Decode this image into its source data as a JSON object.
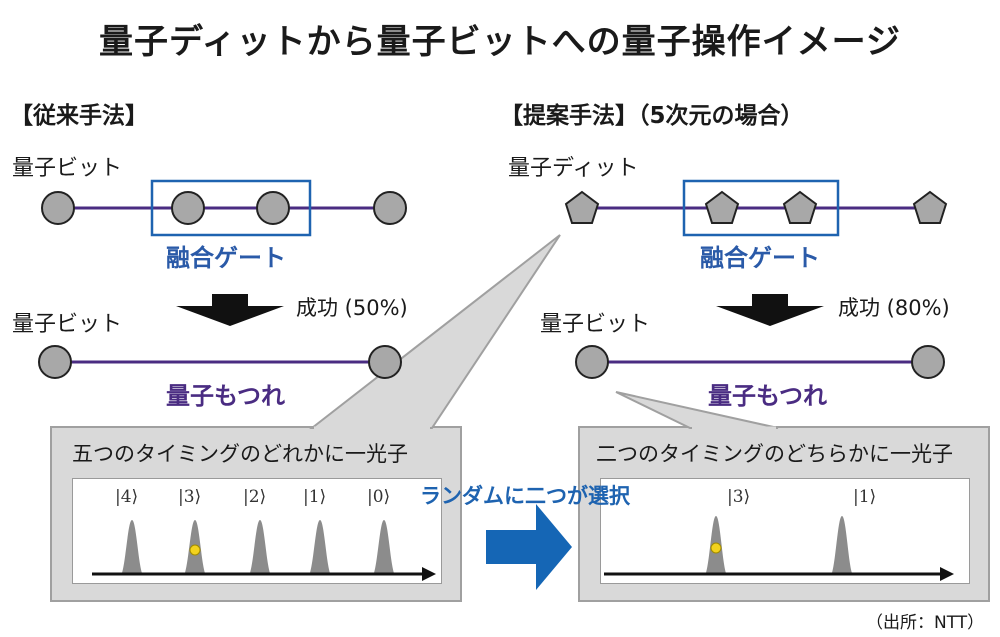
{
  "title": "量子ディットから量子ビットへの量子操作イメージ",
  "left": {
    "heading": "【従来手法】",
    "top_label": "量子ビット",
    "gate_label": "融合ゲート",
    "success": "成功 (50%)",
    "bottom_label": "量子ビット",
    "entangle_label": "量子もつれ",
    "box_title": "五つのタイミングのどれかに一光子",
    "kets": [
      "|4⟩",
      "|3⟩",
      "|2⟩",
      "|1⟩",
      "|0⟩"
    ]
  },
  "right": {
    "heading": "【提案手法】（5次元の場合）",
    "top_label": "量子ディット",
    "gate_label": "融合ゲート",
    "success": "成功 (80%)",
    "bottom_label": "量子ビット",
    "entangle_label": "量子もつれ",
    "box_title": "二つのタイミングのどちらかに一光子",
    "kets": [
      "|3⟩",
      "|1⟩"
    ]
  },
  "middle_label": "ランダムに二つが選択",
  "source": "（出所：NTT）",
  "colors": {
    "chain_line": "#4a2c82",
    "gate_box": "#1e63b0",
    "node_fill": "#a8a8a8",
    "pulse": "#8c8c8c",
    "photon": "#f2d21e",
    "big_arrow": "#1566b5"
  }
}
